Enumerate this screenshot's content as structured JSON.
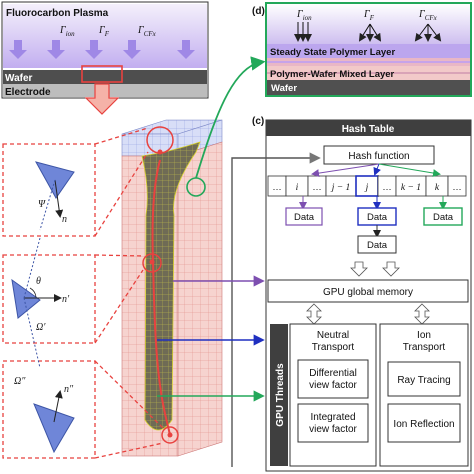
{
  "plasma": {
    "title": "Fluorocarbon Plasma",
    "flux_ion": "Γ",
    "flux_ion_sub": "ion",
    "flux_f": "Γ",
    "flux_f_sub": "F",
    "flux_cfx": "Γ",
    "flux_cfx_sub": "CFx",
    "wafer": "Wafer",
    "electrode": "Electrode"
  },
  "panel_d": {
    "tag": "(d)",
    "flux_ion": "Γ",
    "flux_ion_sub": "ion",
    "flux_f": "Γ",
    "flux_f_sub": "F",
    "flux_cfx": "Γ",
    "flux_cfx_sub": "CFx",
    "polymer_layer": "Steady State Polymer Layer",
    "mixed_layer": "Polymer-Wafer Mixed Layer",
    "wafer": "Wafer"
  },
  "panel_c": {
    "tag": "(c)",
    "hash_table": "Hash Table",
    "hash_function": "Hash function",
    "cells": [
      "…",
      "i",
      "…",
      "j − 1",
      "j",
      "…",
      "k − 1",
      "k",
      "…"
    ],
    "data_purple": "Data",
    "data_blue": "Data",
    "data_green": "Data",
    "data_bottom": "Data",
    "gpu_memory": "GPU global memory",
    "gpu_threads": "GPU Threads",
    "neutral_title": "Neutral\nTransport",
    "neutral_items": [
      "Differential\nview factor",
      "Integrated\nview factor"
    ],
    "ion_title": "Ion\nTransport",
    "ion_items": [
      "Ray Tracing",
      "Ion Reflection"
    ]
  },
  "facets": {
    "psi": "Ψ",
    "n1": "n",
    "theta": "θ",
    "n2": "n′",
    "omega1": "Ω′",
    "omega2": "Ω″",
    "n3": "n″"
  },
  "colors": {
    "plasma": "#c9b8ee",
    "wafer_dark": "#555555",
    "electrode": "#bdbdbd",
    "arrow_red": "#e8423f",
    "green": "#23a85a",
    "purple": "#7d4fb0",
    "blue": "#1f2fc0",
    "facet_blue": "#6f86d8"
  }
}
